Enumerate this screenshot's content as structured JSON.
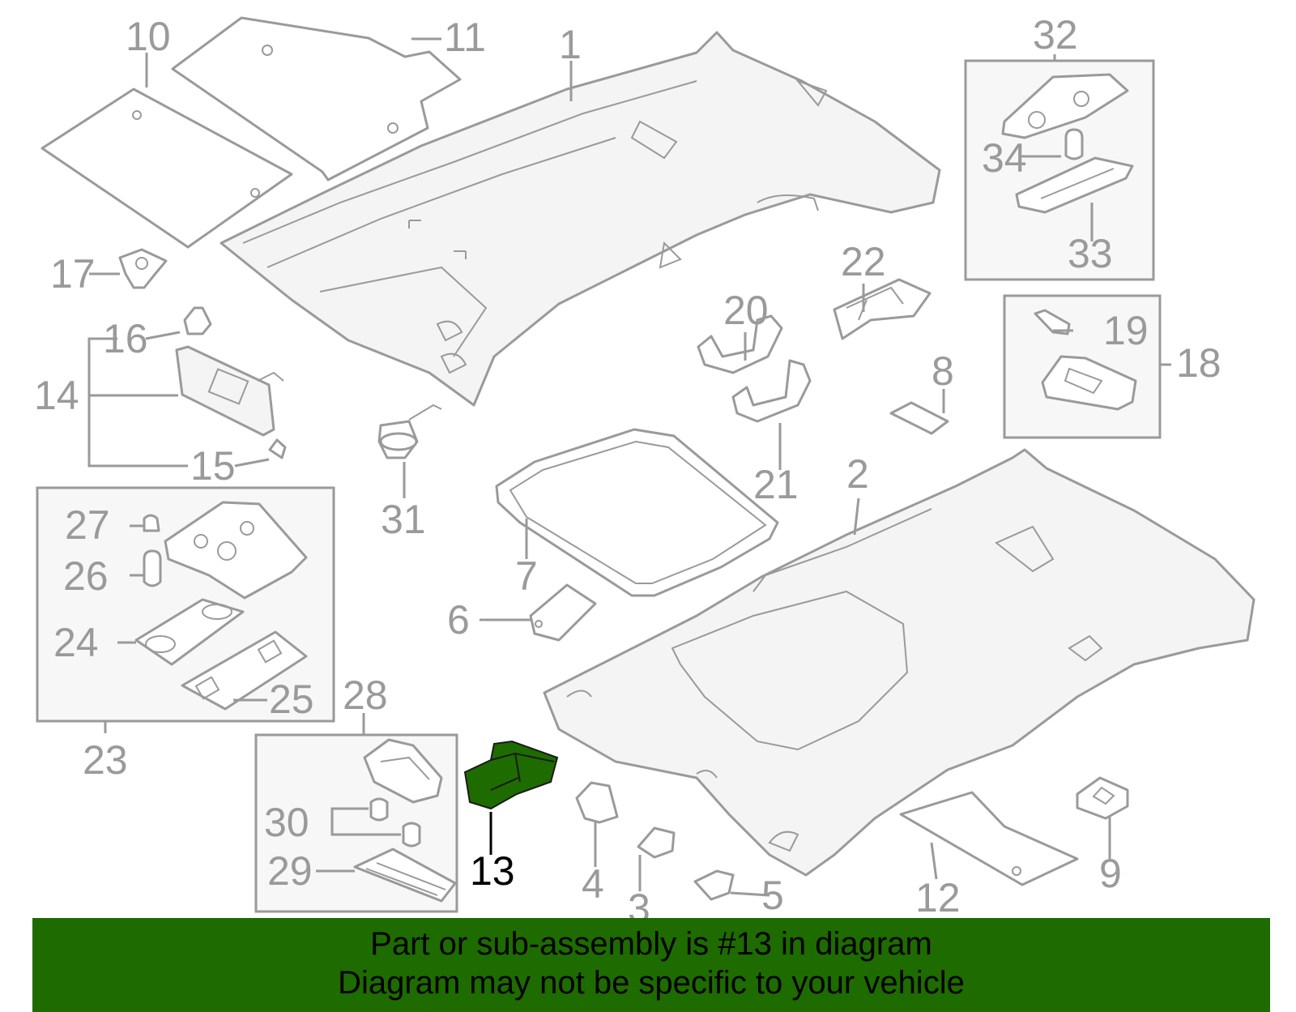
{
  "highlight_color": "#1e6b00",
  "gray_color": "#9a9a9a",
  "callouts": {
    "c1": "1",
    "c2": "2",
    "c3": "3",
    "c4": "4",
    "c5": "5",
    "c6": "6",
    "c7": "7",
    "c8": "8",
    "c9": "9",
    "c10": "10",
    "c11": "11",
    "c12": "12",
    "c13": "13",
    "c14": "14",
    "c15": "15",
    "c16": "16",
    "c17": "17",
    "c18": "18",
    "c19": "19",
    "c20": "20",
    "c21": "21",
    "c22": "22",
    "c23": "23",
    "c24": "24",
    "c25": "25",
    "c26": "26",
    "c27": "27",
    "c28": "28",
    "c29": "29",
    "c30": "30",
    "c31": "31",
    "c32": "32",
    "c33": "33",
    "c34": "34"
  },
  "highlighted_part": "13",
  "banner": {
    "line1": "Part or sub-assembly is #13 in diagram",
    "line2": "Diagram may not be specific to your vehicle"
  }
}
